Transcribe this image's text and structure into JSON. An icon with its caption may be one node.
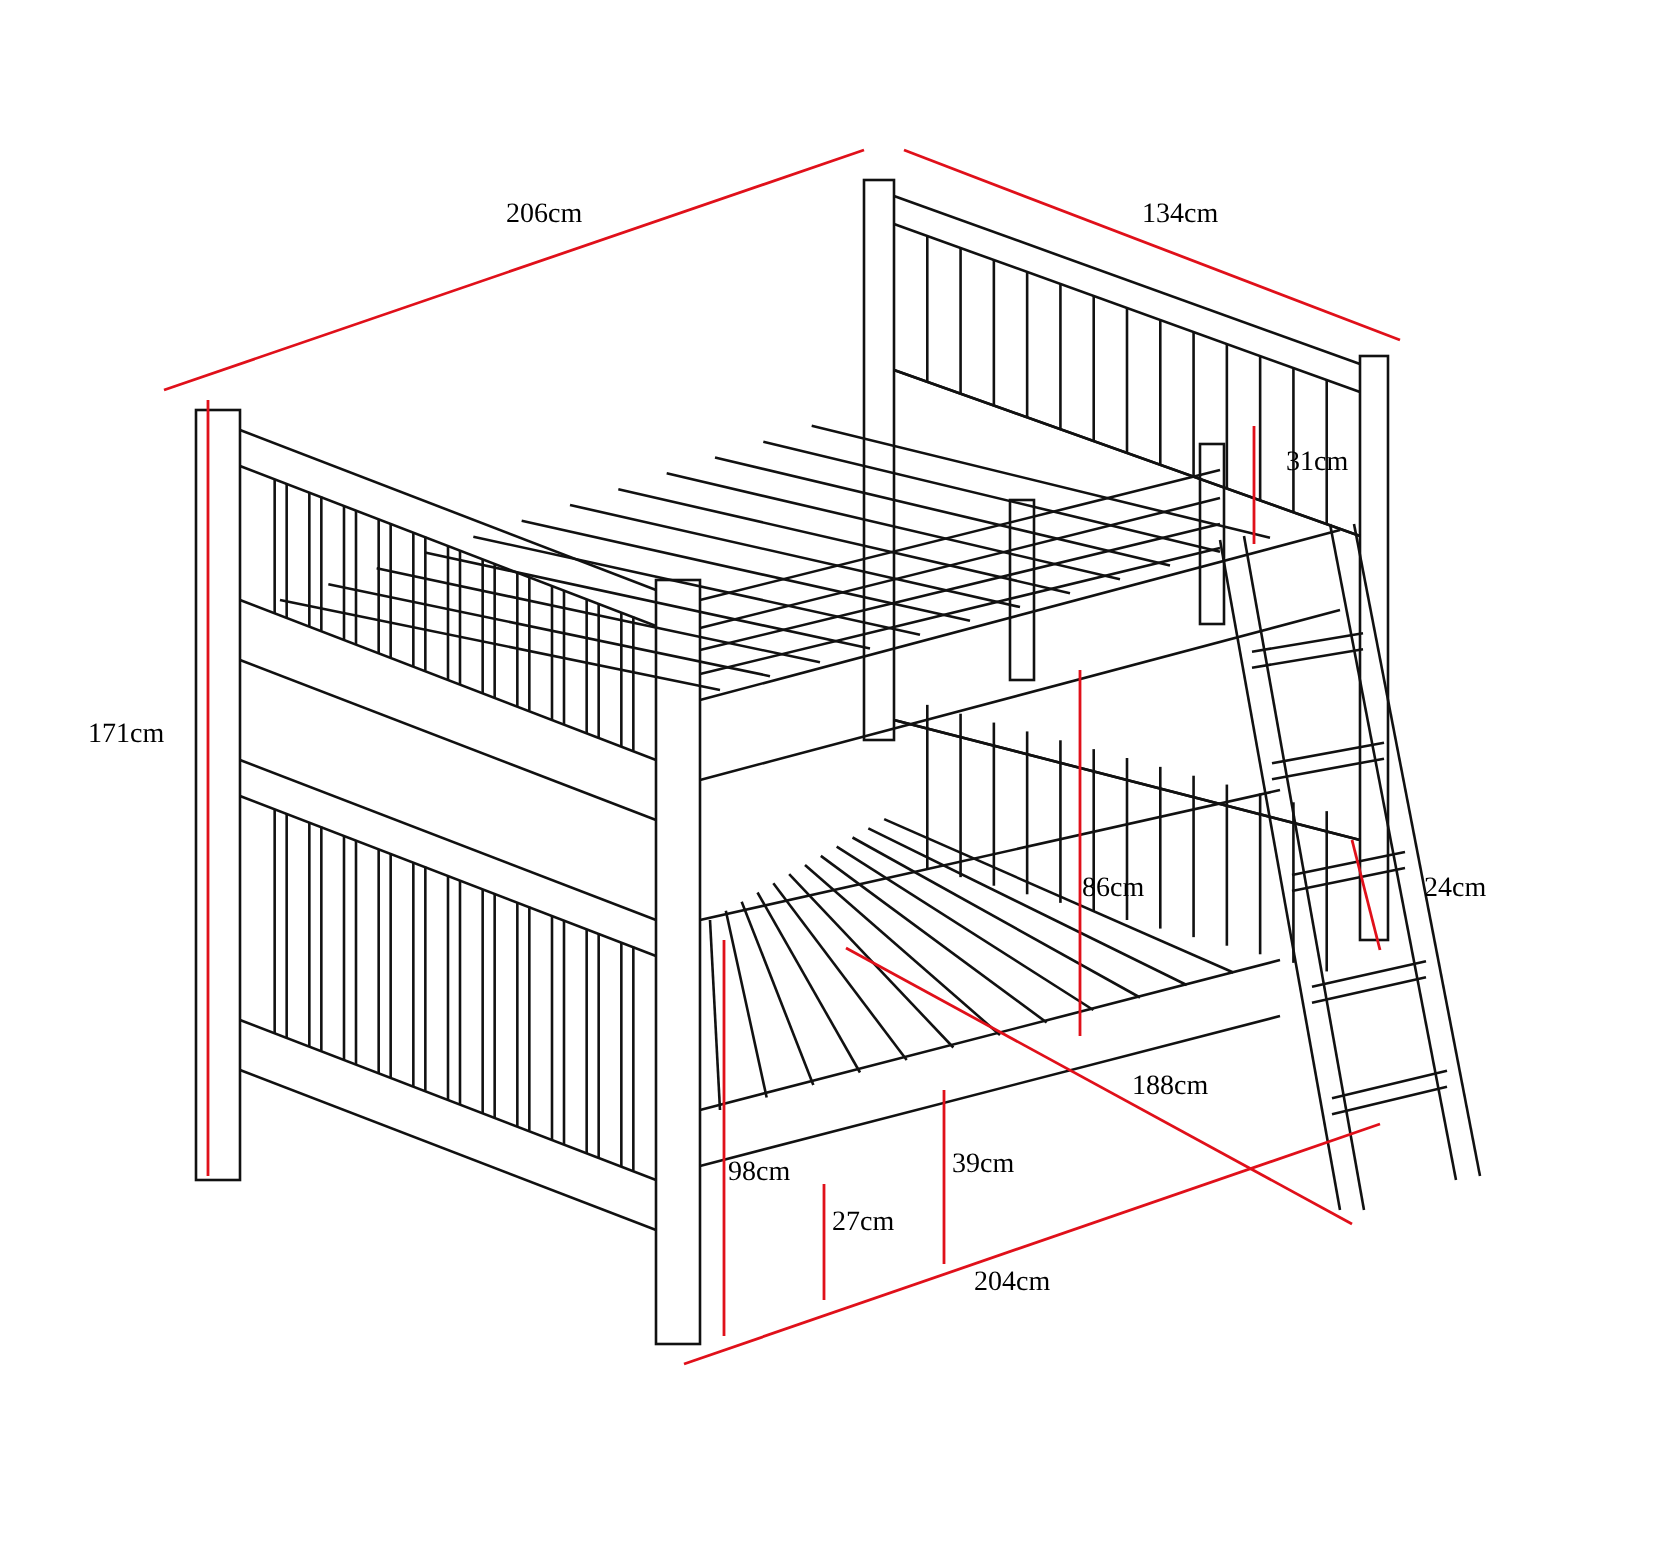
{
  "diagram": {
    "labels": [
      "206cm",
      "134cm",
      "31cm",
      "171cm",
      "86cm",
      "24cm",
      "188cm",
      "98cm",
      "39cm",
      "27cm",
      "204cm"
    ]
  }
}
